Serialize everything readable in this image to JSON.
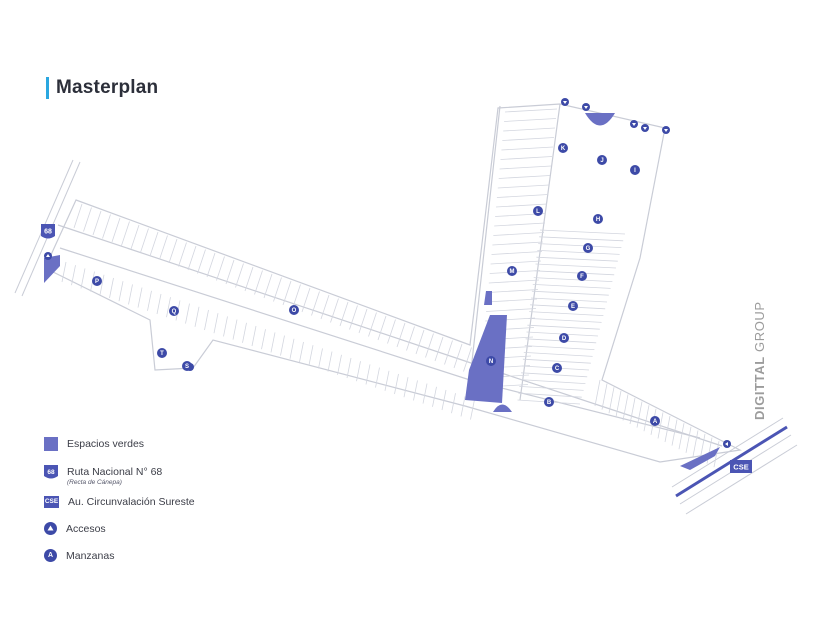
{
  "title": "Masterplan",
  "brand": {
    "bold": "DIGITTAL",
    "regular": " GROUP"
  },
  "colors": {
    "accent_bar": "#2aa7e0",
    "green_space": "#6a70c4",
    "road": "#4b55b4",
    "marker": "#3d4aa7",
    "lines": "#c9ccd6"
  },
  "road_badges": {
    "ruta": "68",
    "cse": "CSE"
  },
  "legend": [
    {
      "icon": "green-square",
      "label": "Espacios verdes"
    },
    {
      "icon": "shield-68",
      "label": "Ruta Nacional N° 68",
      "sublabel": "(Recta de Cánepa)"
    },
    {
      "icon": "cse-badge",
      "label": "Au. Circunvalación Sureste"
    },
    {
      "icon": "triangle-circle",
      "label": "Accesos"
    },
    {
      "icon": "letter-circle",
      "label": "Manzanas",
      "badge": "A"
    }
  ],
  "manzanas": [
    "K",
    "J",
    "I",
    "H",
    "L",
    "G",
    "F",
    "M",
    "E",
    "D",
    "N",
    "C",
    "B",
    "A",
    "P",
    "Q",
    "O",
    "T",
    "S"
  ]
}
